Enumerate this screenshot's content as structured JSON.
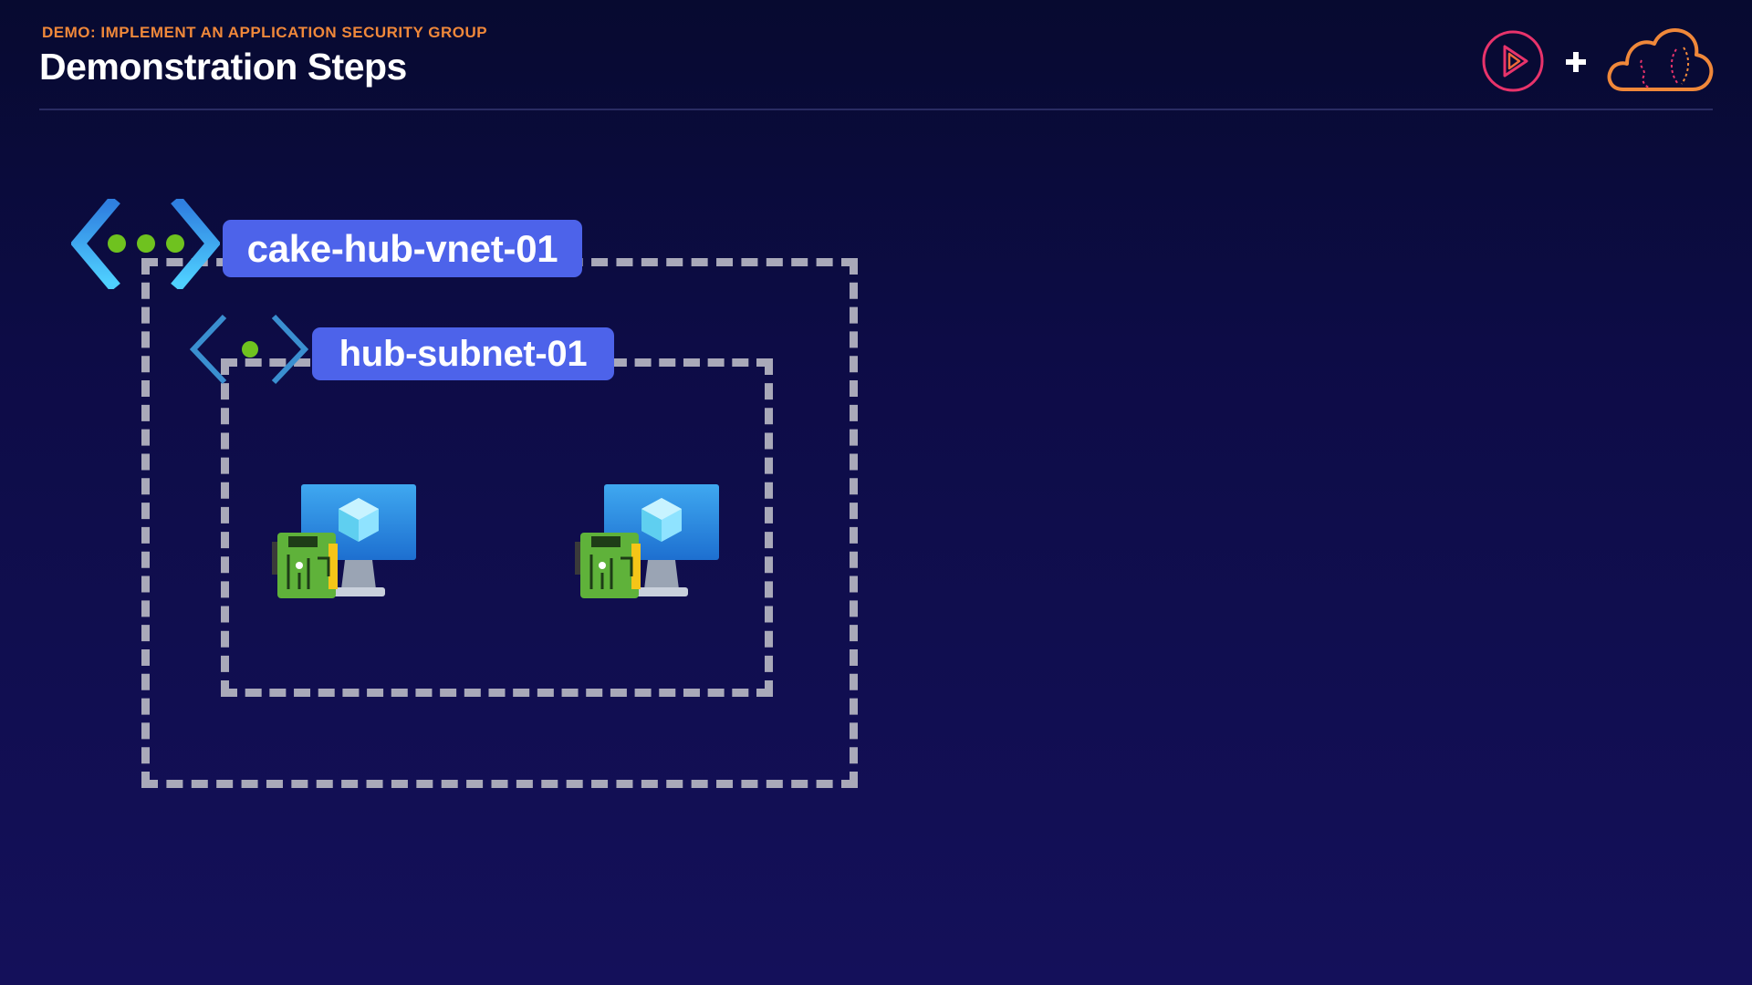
{
  "header": {
    "eyebrow": "DEMO: IMPLEMENT AN APPLICATION SECURITY GROUP",
    "title": "Demonstration Steps"
  },
  "logos": {
    "left": "play-logo",
    "separator": "+",
    "right": "cloud-logo"
  },
  "diagram": {
    "vnet": {
      "label": "cake-hub-vnet-01",
      "icon": "virtual-network-icon"
    },
    "subnet": {
      "label": "hub-subnet-01",
      "icon": "subnet-icon"
    },
    "vms": [
      {
        "icon": "virtual-machine-icon",
        "nic_icon": "network-interface-icon"
      },
      {
        "icon": "virtual-machine-icon",
        "nic_icon": "network-interface-icon"
      }
    ]
  },
  "colors": {
    "background_top": "#070a30",
    "background_bottom": "#14105a",
    "accent_orange": "#f0883a",
    "label_blue": "#4d63ea",
    "dashed_border": "#a9a9b9",
    "green_dot": "#6fc21f"
  }
}
